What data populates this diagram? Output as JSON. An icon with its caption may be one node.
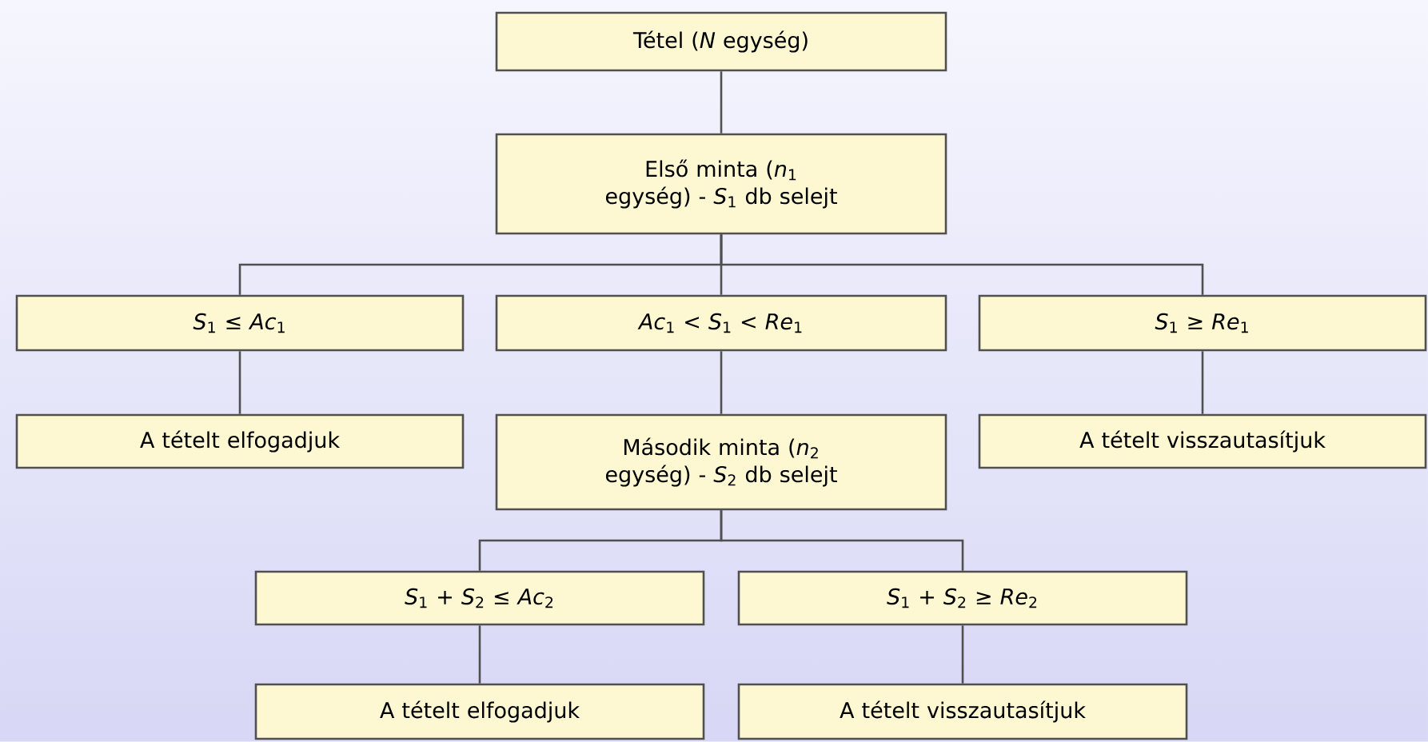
{
  "diagram": {
    "nodes": [
      {
        "text": [
          "Tétel (*N* egység)"
        ]
      },
      {
        "text": [
          "Első minta (*n*$_{1}$ egység) - *S*$_{1}$ db selejt"
        ]
      },
      {
        "text": [
          "*S*$_{1}$ ≤ *Ac*$_{1}$"
        ]
      },
      {
        "text": [
          "*Ac*$_{1}$ < *S*$_{1}$ < *Re*$_{1}$"
        ]
      },
      {
        "text": [
          "*S*$_{1}$ ≥ *Re*$_{1}$"
        ]
      },
      {
        "text": [
          "A tételt elfogadjuk"
        ]
      },
      {
        "text": [
          "Második minta (*n*$_{2}$ egység) - *S*$_{2}$ db selejt"
        ]
      },
      {
        "text": [
          "A tételt visszautasítjuk"
        ]
      },
      {
        "text": [
          "*S*$_{1}$ + *S*$_{2}$ ≤ *Ac*$_{2}$"
        ]
      },
      {
        "text": [
          "*S*$_{1}$ + *S*$_{2}$ ≥ *Re*$_{2}$"
        ]
      },
      {
        "text": [
          "A tételt elfogadjuk"
        ]
      },
      {
        "text": [
          "A tételt visszautasítjuk"
        ]
      }
    ],
    "edges": [
      {
        "from": 0,
        "to": 1,
        "arrow": "none"
      },
      {
        "from": 1,
        "to": 2,
        "arrow": "none"
      },
      {
        "from": 1,
        "to": 3,
        "arrow": "none"
      },
      {
        "from": 1,
        "to": 4,
        "arrow": "none"
      },
      {
        "from": 2,
        "to": 5,
        "arrow": "none"
      },
      {
        "from": 3,
        "to": 6,
        "arrow": "none"
      },
      {
        "from": 4,
        "to": 7,
        "arrow": "none"
      },
      {
        "from": 6,
        "to": 8,
        "arrow": "none"
      },
      {
        "from": 6,
        "to": 9,
        "arrow": "none"
      },
      {
        "from": 8,
        "to": 10,
        "arrow": "none"
      },
      {
        "from": 9,
        "to": 11,
        "arrow": "none"
      }
    ]
  }
}
